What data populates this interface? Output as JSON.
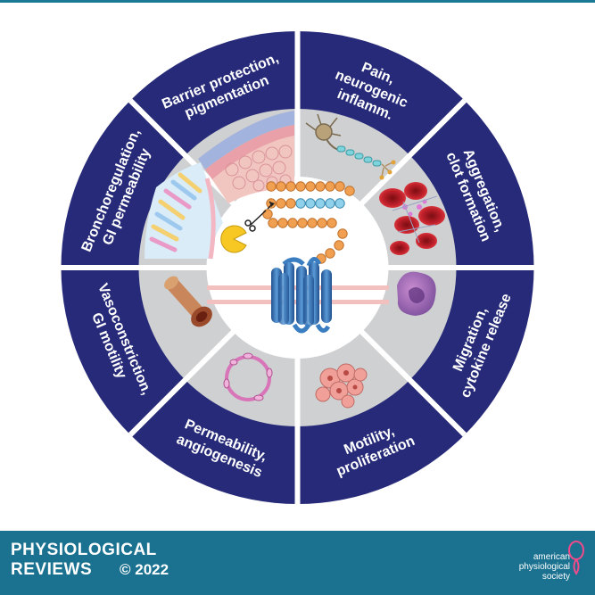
{
  "sectors": [
    {
      "id": "barrier",
      "lines": [
        "Barrier protection,",
        "pigmentation"
      ]
    },
    {
      "id": "pain",
      "lines": [
        "Pain,",
        "neurogenic",
        "inflamm."
      ]
    },
    {
      "id": "aggregation",
      "lines": [
        "Aggregation,",
        "clot formation"
      ]
    },
    {
      "id": "migration",
      "lines": [
        "Migration,",
        "cytokine release"
      ]
    },
    {
      "id": "motility",
      "lines": [
        "Motility,",
        "proliferation"
      ]
    },
    {
      "id": "permeability",
      "lines": [
        "Permeability,",
        "angiogenesis"
      ]
    },
    {
      "id": "vasoconstriction",
      "lines": [
        "Vasoconstriction,",
        "GI motility"
      ]
    },
    {
      "id": "bronchoregulation",
      "lines": [
        "Bronchoregulation,",
        "GI permeability"
      ]
    }
  ],
  "footer": {
    "journal_line1": "PHYSIOLOGICAL",
    "journal_line2": "REVIEWS",
    "copyright": "© 2022",
    "publisher": [
      "american",
      "physiological",
      "society"
    ]
  },
  "colors": {
    "outer_ring": "#262a78",
    "inner_ring": "#cfd0d2",
    "center": "#ffffff",
    "footer": "#1b7290",
    "receptor": "#3a7dc0",
    "bead": "#f0a050",
    "bead_inner": "#8fd0ea"
  }
}
